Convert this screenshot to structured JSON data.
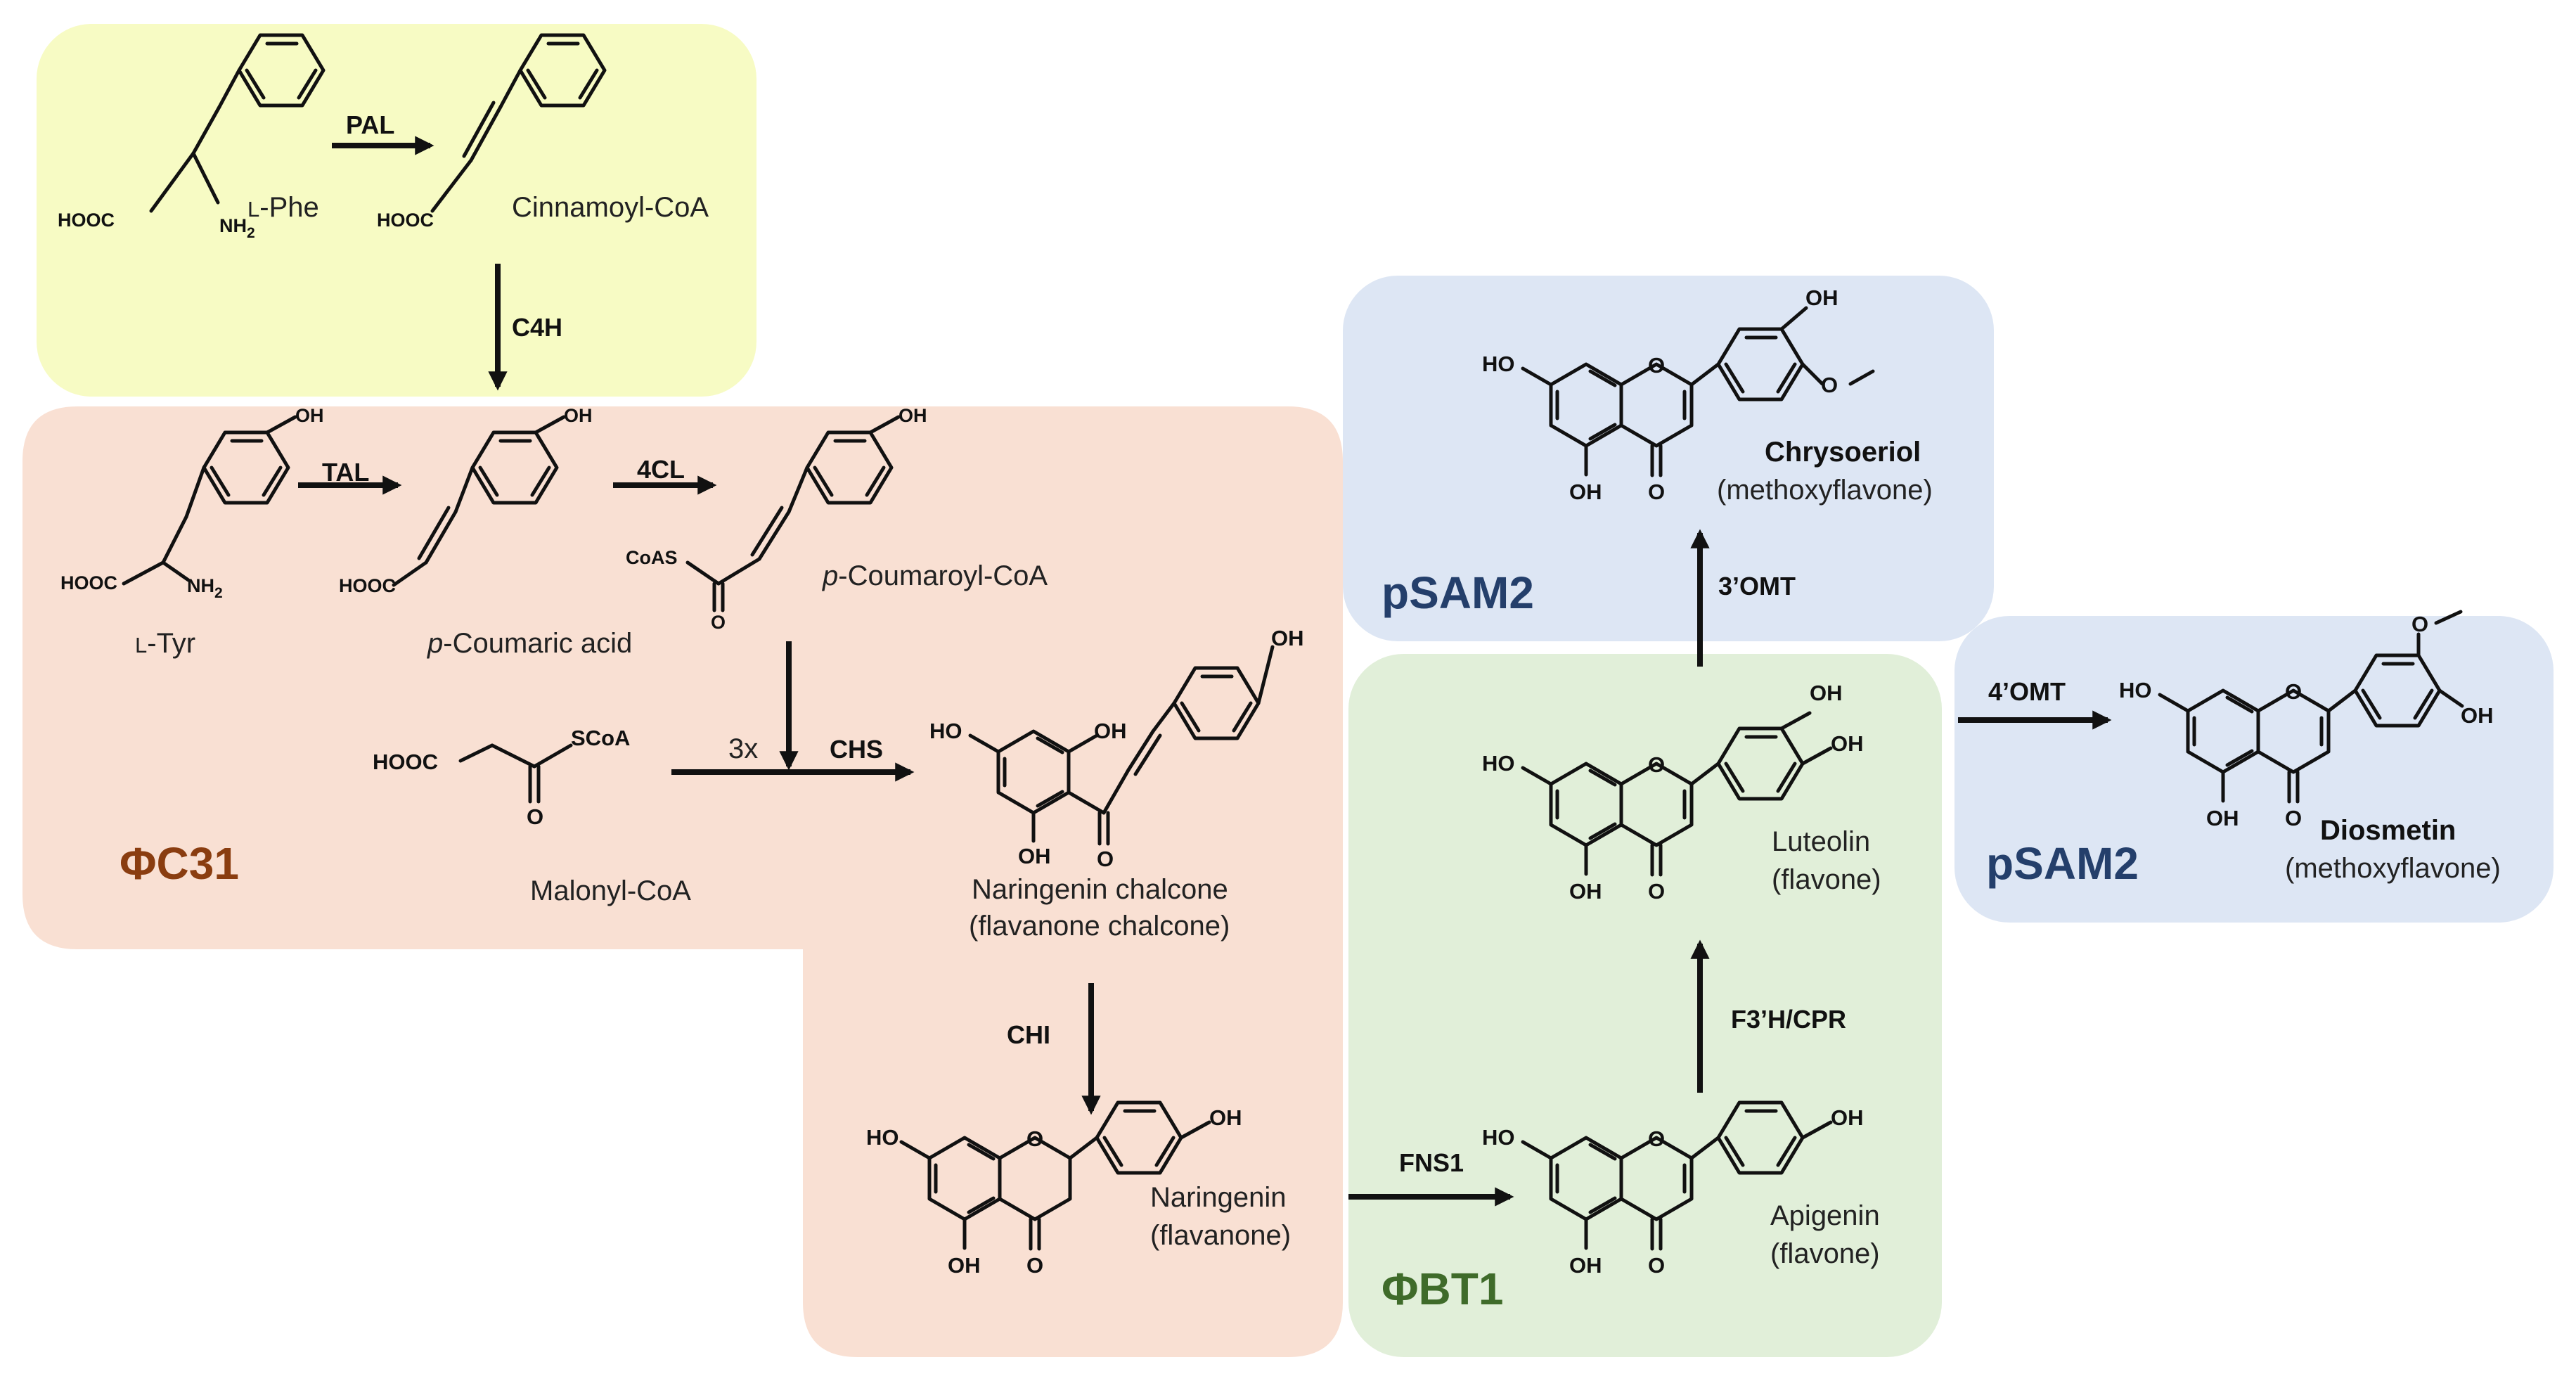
{
  "colors": {
    "yellow_box": "#f7fbc4",
    "orange_box": "#f9e0d3",
    "blue_box": "#dde6f4",
    "green_box": "#e1efd9",
    "phi_c31": "#8a3d10",
    "phi_bt1": "#3f6b2a",
    "psam2": "#243f6b"
  },
  "regions": {
    "phi_c31": "ΦC31",
    "phi_bt1": "ΦBT1",
    "psam2_top": "pSAM2",
    "psam2_right": "pSAM2"
  },
  "compounds": {
    "l_phe": {
      "prefix": "L",
      "name": "-Phe"
    },
    "cinnamoyl_coa": "Cinnamoyl-CoA",
    "l_tyr": {
      "prefix": "L",
      "name": "-Tyr"
    },
    "p_coumaric_acid": {
      "italic": "p",
      "rest": "-Coumaric acid"
    },
    "p_coumaroyl_coa": {
      "italic": "p",
      "rest": "-Coumaroyl-CoA"
    },
    "malonyl_coa": "Malonyl-CoA",
    "naringenin_chalcone": {
      "name": "Naringenin chalcone",
      "class": "(flavanone chalcone)"
    },
    "naringenin": {
      "name": "Naringenin",
      "class": "(flavanone)"
    },
    "apigenin": {
      "name": "Apigenin",
      "class": "(flavone)"
    },
    "luteolin": {
      "name": "Luteolin",
      "class": "(flavone)"
    },
    "chrysoeriol": {
      "name": "Chrysoeriol",
      "class": "(methoxyflavone)"
    },
    "diosmetin": {
      "name": "Diosmetin",
      "class": "(methoxyflavone)"
    }
  },
  "enzymes": {
    "pal": "PAL",
    "c4h": "C4H",
    "tal": "TAL",
    "fourcl": "4CL",
    "chs": "CHS",
    "chs_stoich": "3x",
    "chi": "CHI",
    "fns1": "FNS1",
    "f3h_cpr": "F3’H/CPR",
    "three_omt": "3’OMT",
    "four_omt": "4’OMT"
  },
  "atoms": {
    "hooc": "HOOC",
    "nh2": "NH",
    "nh2_sub": "2",
    "oh": "OH",
    "ho": "HO",
    "o": "O",
    "coas": "CoAS",
    "scoa": "SCoA"
  }
}
